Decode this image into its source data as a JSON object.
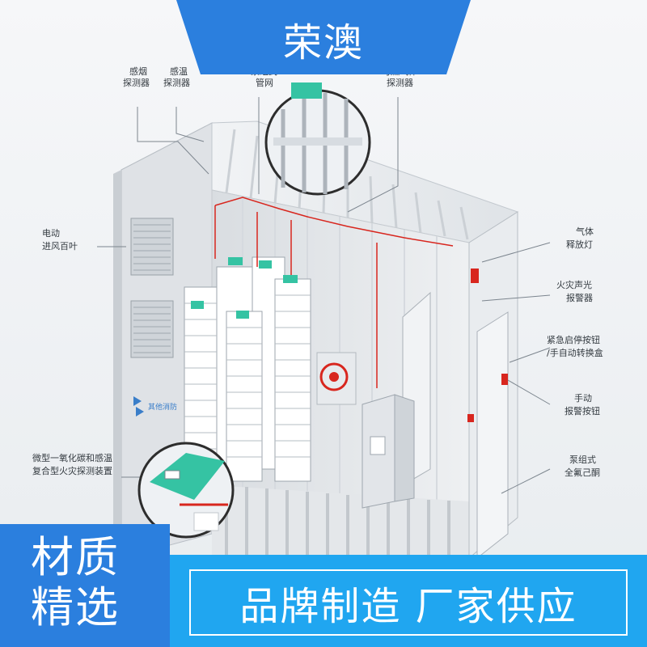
{
  "brand": {
    "title": "荣澳"
  },
  "badge": {
    "line1": "材质",
    "line2": "精选"
  },
  "slogan": {
    "text": "品牌制造  厂家供应"
  },
  "callouts": {
    "smoke": [
      "感烟",
      "探测器"
    ],
    "temp": [
      "感温",
      "探测器"
    ],
    "pipe": [
      "泵组式",
      "管网"
    ],
    "gas": [
      "可燃气体",
      "探测器"
    ],
    "louver": [
      "电动",
      "进风百叶"
    ],
    "release_lamp": [
      "气体",
      "释放灯"
    ],
    "alarm": [
      "火灾声光",
      "报警器"
    ],
    "emergency": [
      "紧急启停按钮",
      "/手自动转换盒"
    ],
    "manual": [
      "手动",
      "报警按钮"
    ],
    "agent": [
      "泵组式",
      "全氟己酮"
    ],
    "co_detector": [
      "微型一氧化碳和感温",
      "复合型火灾探测装置"
    ]
  },
  "logo_text": "其他消防",
  "colors": {
    "banner_blue": "#2b7fde",
    "slogan_blue": "#20a6f0",
    "accent_green": "#35c3a3",
    "alarm_red": "#d8261e"
  }
}
